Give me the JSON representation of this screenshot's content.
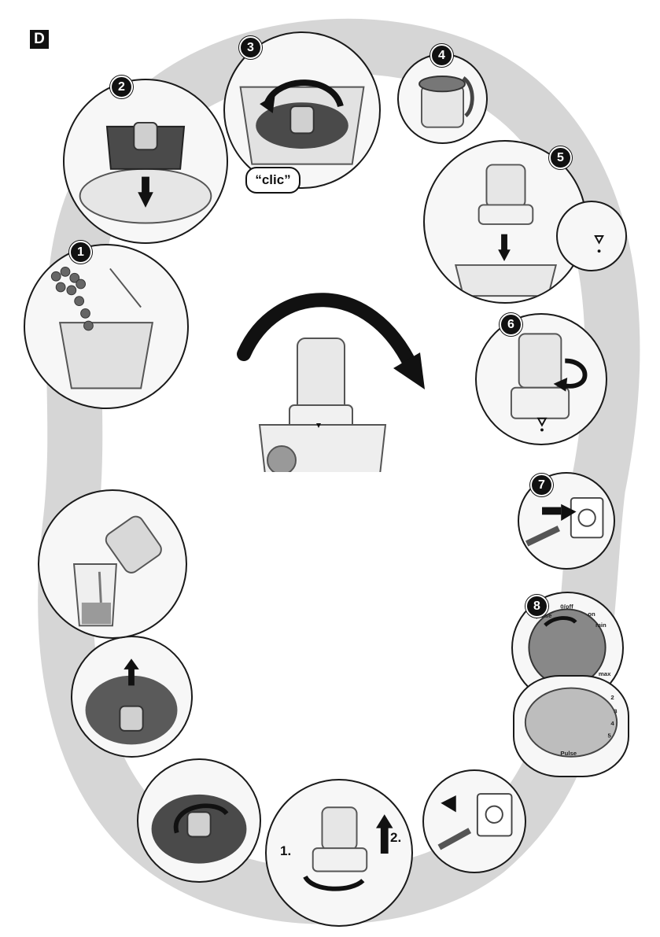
{
  "section": {
    "label": "D"
  },
  "steps": [
    {
      "number": "1"
    },
    {
      "number": "2"
    },
    {
      "number": "3"
    },
    {
      "number": "4"
    },
    {
      "number": "5"
    },
    {
      "number": "6"
    },
    {
      "number": "7"
    },
    {
      "number": "8"
    }
  ],
  "clic_label": "“clic”",
  "dial": {
    "pulse": "pulse",
    "off": "0/off",
    "on": "on",
    "min": "min",
    "max": "max",
    "speed_marks": [
      "2",
      "3",
      "4",
      "5"
    ],
    "pulse_button": "Pulse"
  },
  "removal_sequence": {
    "first": "1.",
    "second": "2."
  },
  "colors": {
    "outline": "#1a1a1a",
    "shadow_path": "#cfcfcf",
    "panel_fill": "#f7f7f7",
    "accent_dark": "#3a3a3a"
  }
}
